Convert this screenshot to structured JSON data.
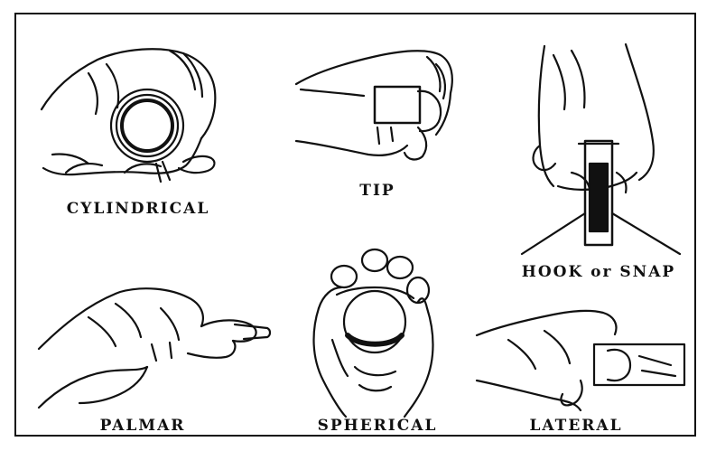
{
  "grips": [
    {
      "key": "cylindrical",
      "label": "CYLINDRICAL",
      "icon": "cylindrical-grip-hand-icon"
    },
    {
      "key": "tip",
      "label": "TIP",
      "icon": "tip-grip-hand-icon"
    },
    {
      "key": "hook",
      "label": "HOOK or SNAP",
      "icon": "hook-grip-hand-icon"
    },
    {
      "key": "palmar",
      "label": "PALMAR",
      "icon": "palmar-grip-hand-icon"
    },
    {
      "key": "spherical",
      "label": "SPHERICAL",
      "icon": "spherical-grip-hand-icon"
    },
    {
      "key": "lateral",
      "label": "LATERAL",
      "icon": "lateral-grip-hand-icon"
    }
  ],
  "colors": {
    "ink": "#111111",
    "background": "#ffffff"
  }
}
